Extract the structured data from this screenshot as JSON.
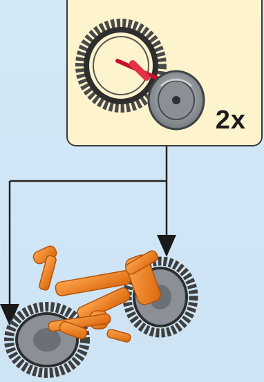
{
  "step": {
    "callout": {
      "count_label": "2x",
      "background": "#fdf3cc"
    },
    "parts": [
      {
        "name": "tire",
        "color": "#3a3a3a"
      },
      {
        "name": "wheel-rim",
        "color": "#8a8f94"
      },
      {
        "name": "axle-pin",
        "color": "#c8102e"
      }
    ],
    "model": {
      "name": "bicycle",
      "frame_color": "#f07f1c"
    },
    "arrows": [
      "arrow-to-rear-wheel",
      "arrow-to-front-wheel"
    ]
  }
}
